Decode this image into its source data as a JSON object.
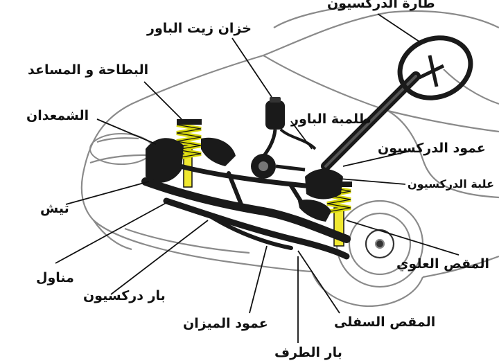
{
  "diagram": {
    "colors": {
      "line": "#111111",
      "outline": "#8a8a8a",
      "spring": "#d8d80a",
      "shock": "#f0e830",
      "part": "#1a1a1a",
      "background": "#ffffff"
    },
    "labels": {
      "steering_wheel": "طارة الدركسيون",
      "power_reservoir": "خزان زيت الباور",
      "strut": "البطاحة و المساعد",
      "power_pump": "طلمبة الباور",
      "spark": "الشمعدان",
      "steering_column": "عمود الدركسيون",
      "steering_box": "علبة الدركسيون",
      "hub": "تيش",
      "upper_arm": "المقص العلوي",
      "tie_rod": "مناول",
      "steering_bar": "بار دركسيون",
      "stabilizer": "عمود الميزان",
      "lower_arm": "المقص السفلى",
      "end_bar": "بار الطرف"
    }
  }
}
